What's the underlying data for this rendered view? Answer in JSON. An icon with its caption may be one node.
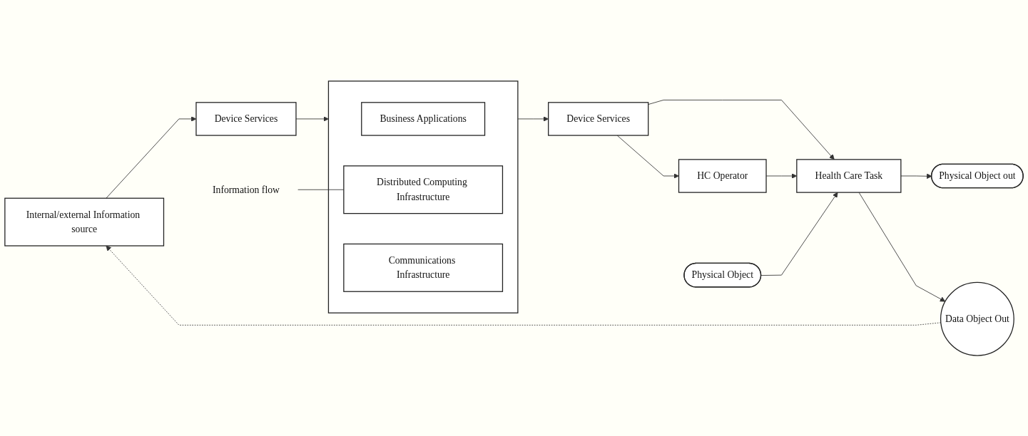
{
  "diagram": {
    "nodes": [
      {
        "text": [
          "Internal/external Information source"
        ]
      },
      {
        "text": [
          "Device Services"
        ]
      },
      {
        "text": [],
        "shape": "box"
      },
      {
        "text": [
          "Business Applications"
        ],
        "in": 2
      },
      {
        "text": [
          "Distributed Computing Infrastructure"
        ],
        "in": 2
      },
      {
        "text": [
          "Communications Infrastructure"
        ],
        "in": 2
      },
      {
        "text": [
          "Device Services"
        ]
      },
      {
        "text": [
          "HC Operator"
        ]
      },
      {
        "text": [
          "Physical Object"
        ]
      },
      {
        "text": [
          "Physical Object out"
        ]
      },
      {
        "text": [
          "Health Care Task"
        ]
      },
      {
        "text": [
          "Data Object Out"
        ]
      },
      {
        "text": [
          "Information flow"
        ]
      }
    ],
    "edges": [
      {
        "from": 0,
        "to": 1,
        "arrow": "to"
      },
      {
        "from": 1,
        "to": 2,
        "arrow": "to"
      },
      {
        "from": 2,
        "to": 6,
        "arrow": "to"
      },
      {
        "from": 6,
        "to": 10,
        "arrow": "to"
      },
      {
        "from": 6,
        "to": 7,
        "arrow": "to"
      },
      {
        "from": 7,
        "to": 10,
        "arrow": "to"
      },
      {
        "from": 8,
        "to": 10,
        "arrow": "to"
      },
      {
        "from": 10,
        "to": 9,
        "arrow": "to"
      },
      {
        "from": 10,
        "to": 11,
        "arrow": "to"
      },
      {
        "from": 11,
        "to": 0,
        "arrow": "to",
        "style": "dashed"
      },
      {
        "from": 12,
        "to": 4,
        "arrow": "none"
      }
    ]
  }
}
